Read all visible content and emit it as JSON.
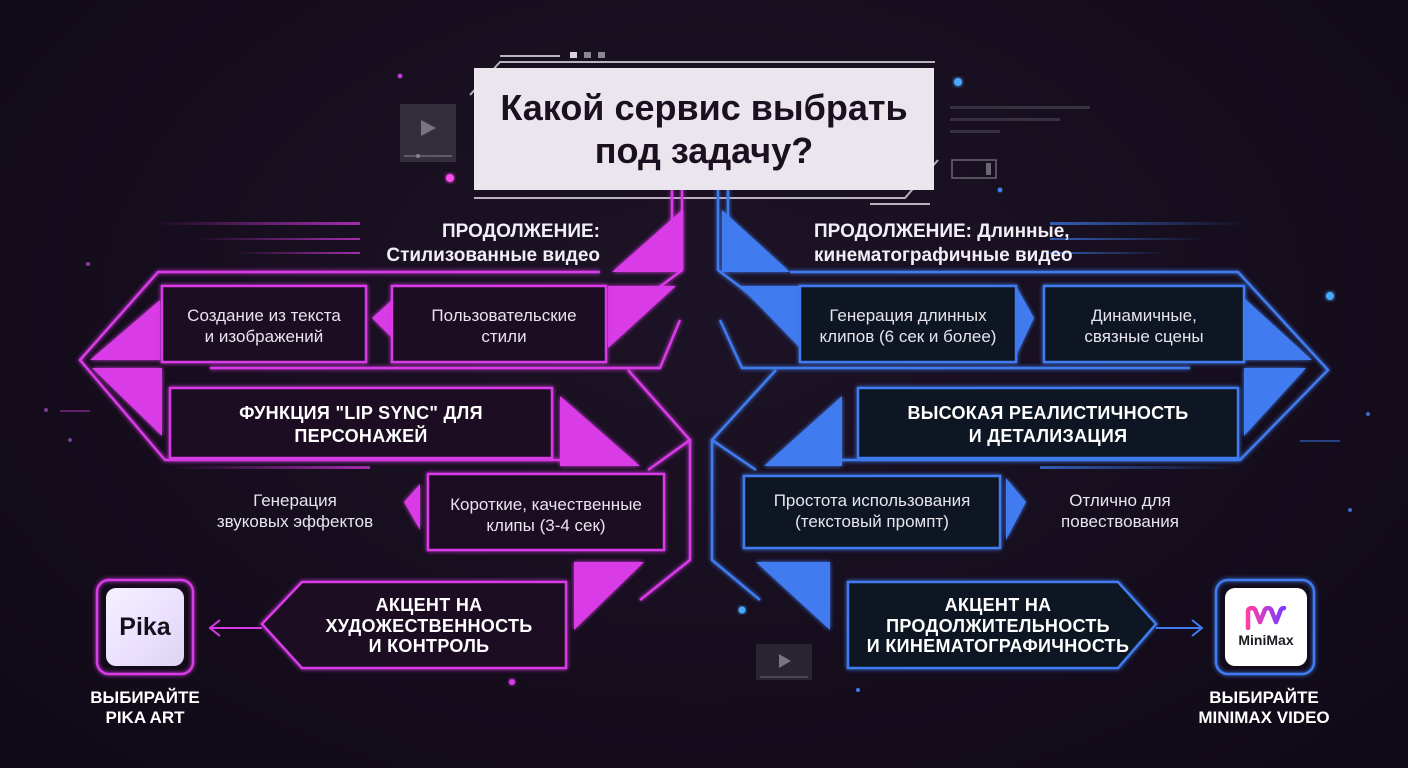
{
  "title": "Какой сервис выбрать под задачу?",
  "colors": {
    "pika": "#d93ae6",
    "minimax": "#3f7cf0",
    "background": "#150d1c",
    "title_bg": "#ebe6ee"
  },
  "left": {
    "header": "ПРОДОЛЖЕНИЕ:\nСтилизованные видео",
    "items": {
      "text_image": "Создание из текста\nи изображений",
      "custom_styles": "Пользовательские\nстили",
      "lip_sync": "ФУНКЦИЯ \"LIP SYNC\" ДЛЯ\nПЕРСОНАЖЕЙ",
      "sound_fx": "Генерация\nзвуковых эффектов",
      "short_clips": "Короткие, качественные\nклипы (3-4 сек)",
      "accent": "АКЦЕНТ НА\nХУДОЖЕСТВЕННОСТЬ\nИ КОНТРОЛЬ"
    },
    "logo_text": "Pika",
    "choose": "ВЫБИРАЙТЕ\nPIKA ART"
  },
  "right": {
    "header": "ПРОДОЛЖЕНИЕ: Длинные,\nкинематографичные видео",
    "items": {
      "long_clips": "Генерация длинных\nклипов (6 сек и более)",
      "dynamic": "Динамичные,\nсвязные сцены",
      "realism": "ВЫСОКАЯ РЕАЛИСТИЧНОСТЬ\nИ ДЕТАЛИЗАЦИЯ",
      "simplicity": "Простота использования\n(текстовый промпт)",
      "storytelling": "Отлично для\nповествования",
      "accent": "АКЦЕНТ НА\nПРОДОЛЖИТЕЛЬНОСТЬ\nИ КИНЕМАТОГРАФИЧНОСТЬ"
    },
    "logo_text": "MiniMax",
    "choose": "ВЫБИРАЙТЕ\nMINIMAX VIDEO"
  },
  "icons": {
    "video_player": "play-icon",
    "arrow": "arrow-icon",
    "minimax_logo": "minimax-m-icon"
  }
}
